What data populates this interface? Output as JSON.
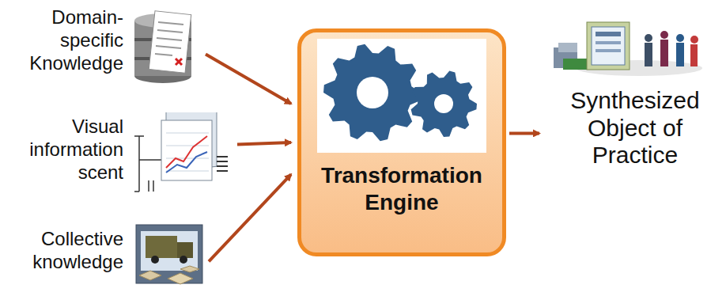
{
  "diagram": {
    "nodes": [
      {
        "text": [
          "Domain-specific Knowledge"
        ]
      },
      {
        "text": [
          "Visual information scent"
        ]
      },
      {
        "text": [
          "Collective knowledge"
        ]
      },
      {
        "text": [
          "Transformation Engine"
        ]
      },
      {
        "text": [
          "Synthesized Object of Practice"
        ]
      }
    ],
    "edges": [
      {
        "from": 0,
        "to": 3,
        "arrow": "to"
      },
      {
        "from": 1,
        "to": 3,
        "arrow": "to"
      },
      {
        "from": 2,
        "to": 3,
        "arrow": "to"
      },
      {
        "from": 3,
        "to": 4,
        "arrow": "to"
      }
    ]
  }
}
